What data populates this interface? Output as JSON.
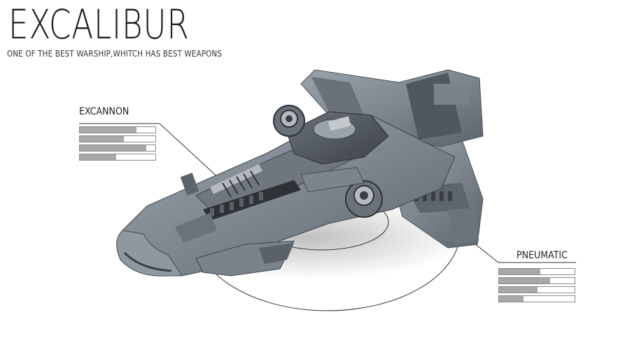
{
  "title": "EXCALIBUR",
  "subtitle": "ONE OF THE BEST WARSHIP,WHITCH HAS BEST WEAPONS",
  "ship_image": "warship-3d-render",
  "weapons": [
    {
      "label": "EXCANNON",
      "stats": [
        0.75,
        0.58,
        0.88,
        0.48
      ]
    },
    {
      "label": "PNEUMATIC",
      "stats": [
        0.55,
        0.68,
        0.51,
        0.32
      ]
    }
  ],
  "colors": {
    "background": "#ffffff",
    "text": "#1e1e1e",
    "bar_fill": "#a8a8a8",
    "bar_border": "#8a8a8a",
    "hull": "#8b939c"
  }
}
